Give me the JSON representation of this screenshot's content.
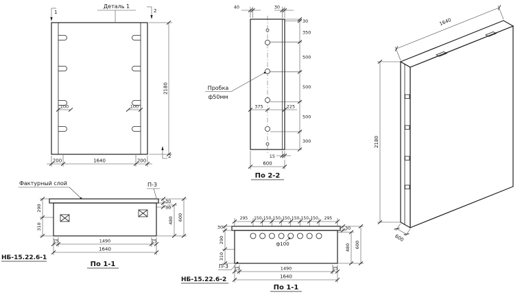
{
  "front_view": {
    "detail_label": "Деталь 1",
    "marker_1": "1",
    "marker_2_top": "2",
    "marker_2_bottom": "2",
    "dim_hook_left": "100",
    "dim_hook_right": "100",
    "dim_edge_left": "200",
    "dim_width": "1640",
    "dim_edge_right": "200",
    "dim_height": "2180"
  },
  "section_2_2": {
    "title": "По 2-2",
    "dim_top_left": "40",
    "dim_top_right": "30",
    "plug_label_line1": "Пробка",
    "plug_label_line2": "ф50мм",
    "dim_plug_front": "375",
    "dim_plug_back": "225",
    "right_dims": [
      "30",
      "350",
      "500",
      "500",
      "500",
      "300"
    ],
    "dim_facing": "15",
    "dim_depth": "600"
  },
  "section_1_1_a": {
    "code": "НБ-15.22.6-1",
    "title": "По 1-1",
    "facing_label": "Фактурный слой",
    "embed_label": "П-3",
    "dim_left_top": "290",
    "dim_left_bottom": "310",
    "dim_right_small_1": "30",
    "dim_right_small_2": "30",
    "dim_right_inner": "480",
    "dim_right_total": "600",
    "dim_bottom_left": "75",
    "dim_bottom_mid": "1490",
    "dim_bottom_right": "75",
    "dim_bottom_total": "1640"
  },
  "section_1_1_b": {
    "code": "НБ-15.22.6-2",
    "title": "По 1-1",
    "embed_label": "П-3",
    "hole_label": "ф100",
    "top_dims": [
      "295",
      "150",
      "150",
      "150",
      "150",
      "150",
      "150",
      "150",
      "295"
    ],
    "dim_left_small": "30",
    "dim_left_top": "290",
    "dim_left_bottom": "310",
    "dim_right_small": "30",
    "dim_right_inner": "480",
    "dim_right_total": "600",
    "dim_bottom_left": "75",
    "dim_bottom_mid": "1490",
    "dim_bottom_right": "75",
    "dim_bottom_total": "1640"
  },
  "iso_view": {
    "dim_width": "1640",
    "dim_height": "2180",
    "dim_depth": "600"
  }
}
